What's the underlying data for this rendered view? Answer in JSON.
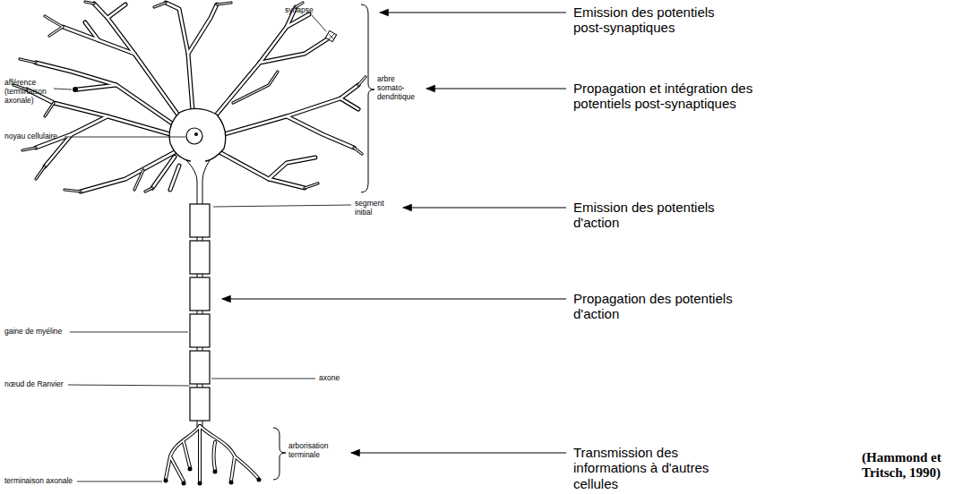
{
  "diagram": {
    "caption": "(Hammond et Tritsch, 1990)",
    "labels": [
      "synapse",
      "afférence (terminaison axonale)",
      "noyau cellulaire",
      "arbre somato-dendritique",
      "segment initial",
      "gaine de myéline",
      "axone",
      "nœud de Ranvier",
      "arborisation terminale",
      "terminaison axonale",
      "Emission des potentiels post-synaptiques",
      "Propagation et intégration des potentiels post-synaptiques",
      "Emission des potentiels d'action",
      "Propagation des potentiels d'action",
      "Transmission des informations à d'autres cellules"
    ]
  }
}
